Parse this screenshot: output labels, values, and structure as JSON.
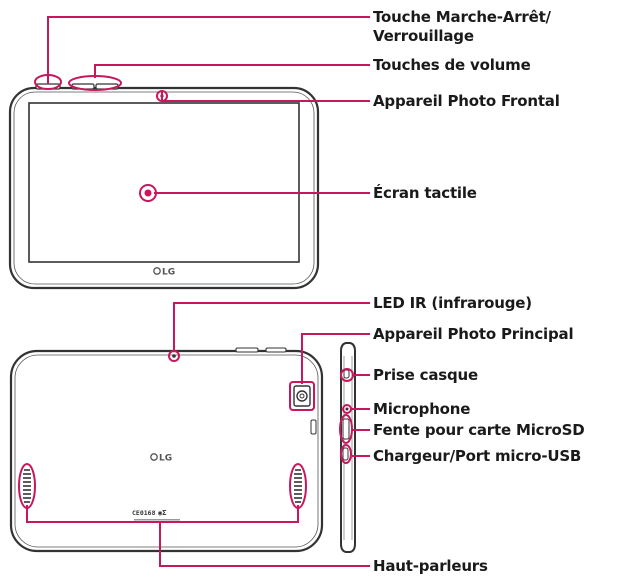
{
  "labels": {
    "power_lock_1": "Touche Marche-Arrêt/",
    "power_lock_2": "Verrouillage",
    "volume": "Touches de volume",
    "front_camera": "Appareil Photo Frontal",
    "touchscreen": "Écran tactile",
    "ir_led": "LED IR (infrarouge)",
    "main_camera": "Appareil Photo Principal",
    "headset_jack": "Prise casque",
    "microphone": "Microphone",
    "microsd_slot": "Fente pour carte MicroSD",
    "charger_port": "Chargeur/Port micro-USB",
    "speakers": "Haut-parleurs"
  },
  "device": {
    "brand_front": "LG",
    "brand_back": "LG",
    "fcc_text": "CE0168"
  },
  "colors": {
    "callout": "#c8175d",
    "device_outline": "#333333"
  }
}
